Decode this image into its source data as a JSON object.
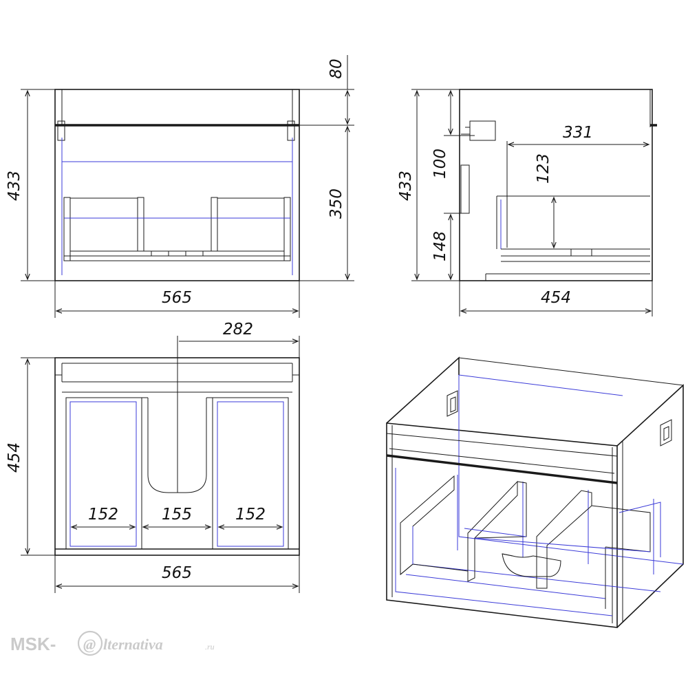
{
  "dimensions": {
    "front_height": "433",
    "front_width": "565",
    "front_top_band": "80",
    "front_lower_height": "350",
    "side_height": "433",
    "side_depth": "454",
    "side_upper_offset": "100",
    "side_lower_offset": "148",
    "side_basin_depth": "331",
    "side_basin_height": "123",
    "top_depth": "454",
    "top_width": "565",
    "top_half_width": "282",
    "top_left_compartment": "152",
    "top_middle_compartment": "155",
    "top_right_compartment": "152"
  },
  "watermark": {
    "prefix": "MSK-",
    "at": "@",
    "name": "lternativa",
    "tld": ".ru"
  }
}
